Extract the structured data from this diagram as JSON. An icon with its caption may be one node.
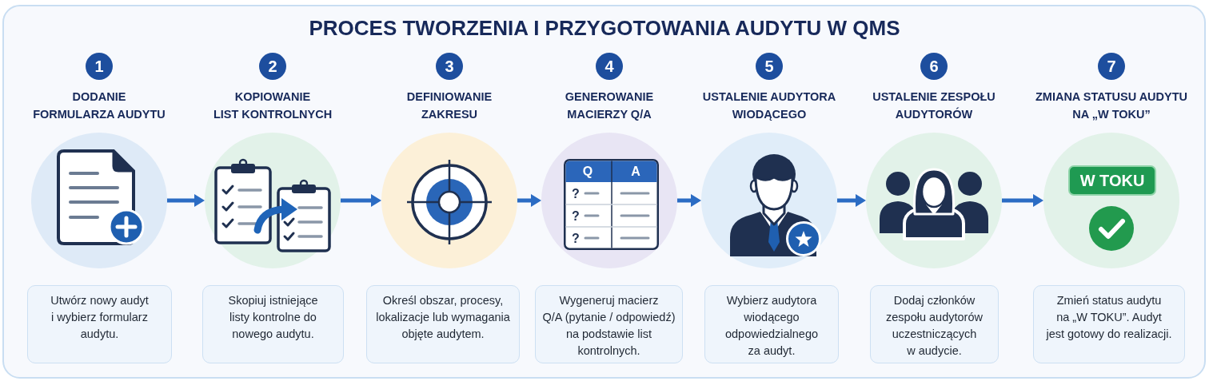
{
  "diagram": {
    "title": "PROCES TWORZENIA I PRZYGOTOWANIA AUDYTU W QMS",
    "nodes": [
      {
        "text": [
          "1"
        ]
      },
      {
        "text": [
          "DODANIE FORMULARZA AUDYTU"
        ]
      },
      {
        "text": [
          "Utwórz nowy audyt i wybierz formularz audytu."
        ]
      },
      {
        "text": [
          "2"
        ]
      },
      {
        "text": [
          "KOPIOWANIE LIST KONTROLNYCH"
        ]
      },
      {
        "text": [
          "Skopiuj istniejące listy kontrolne do nowego audytu."
        ]
      },
      {
        "text": [
          "3"
        ]
      },
      {
        "text": [
          "DEFINIOWANIE ZAKRESU"
        ]
      },
      {
        "text": [
          "Określ obszar, procesy, lokalizacje lub wymagania objęte audytem."
        ]
      },
      {
        "text": [
          "4"
        ]
      },
      {
        "text": [
          "GENEROWANIE MACIERZY Q/A"
        ]
      },
      {
        "text": [
          "Q",
          "A",
          "?",
          "?",
          "?"
        ],
        "in": 10
      },
      {
        "text": [
          "Wygeneruj macierz Q/A (pytanie / odpowiedź) na podstawie list kontrolnych."
        ]
      },
      {
        "text": [
          "5"
        ]
      },
      {
        "text": [
          "USTALENIE AUDYTORA WIODĄCEGO"
        ]
      },
      {
        "text": [
          "Wybierz audytora wiodącego odpowiedzialnego za audyt."
        ]
      },
      {
        "text": [
          "6"
        ]
      },
      {
        "text": [
          "USTALENIE ZESPOŁU AUDYTORÓW"
        ]
      },
      {
        "text": [
          "Dodaj członków zespołu audytorów uczestniczących w audycie."
        ]
      },
      {
        "text": [
          "7"
        ]
      },
      {
        "text": [
          "ZMIANA STATUSU AUDYTU NA „W TOKU”"
        ]
      },
      {
        "text": [
          "W TOKU"
        ],
        "in": 20
      },
      {
        "text": [
          "Zmień status audytu na „W TOKU”. Audyt jest gotowy do realizacji."
        ]
      }
    ],
    "edges": [
      {
        "from": 1,
        "to": 4,
        "arrow": "to"
      },
      {
        "from": 4,
        "to": 7,
        "arrow": "to"
      },
      {
        "from": 7,
        "to": 10,
        "arrow": "to"
      },
      {
        "from": 10,
        "to": 14,
        "arrow": "to"
      },
      {
        "from": 14,
        "to": 17,
        "arrow": "to"
      },
      {
        "from": 17,
        "to": 20,
        "arrow": "to"
      }
    ]
  }
}
